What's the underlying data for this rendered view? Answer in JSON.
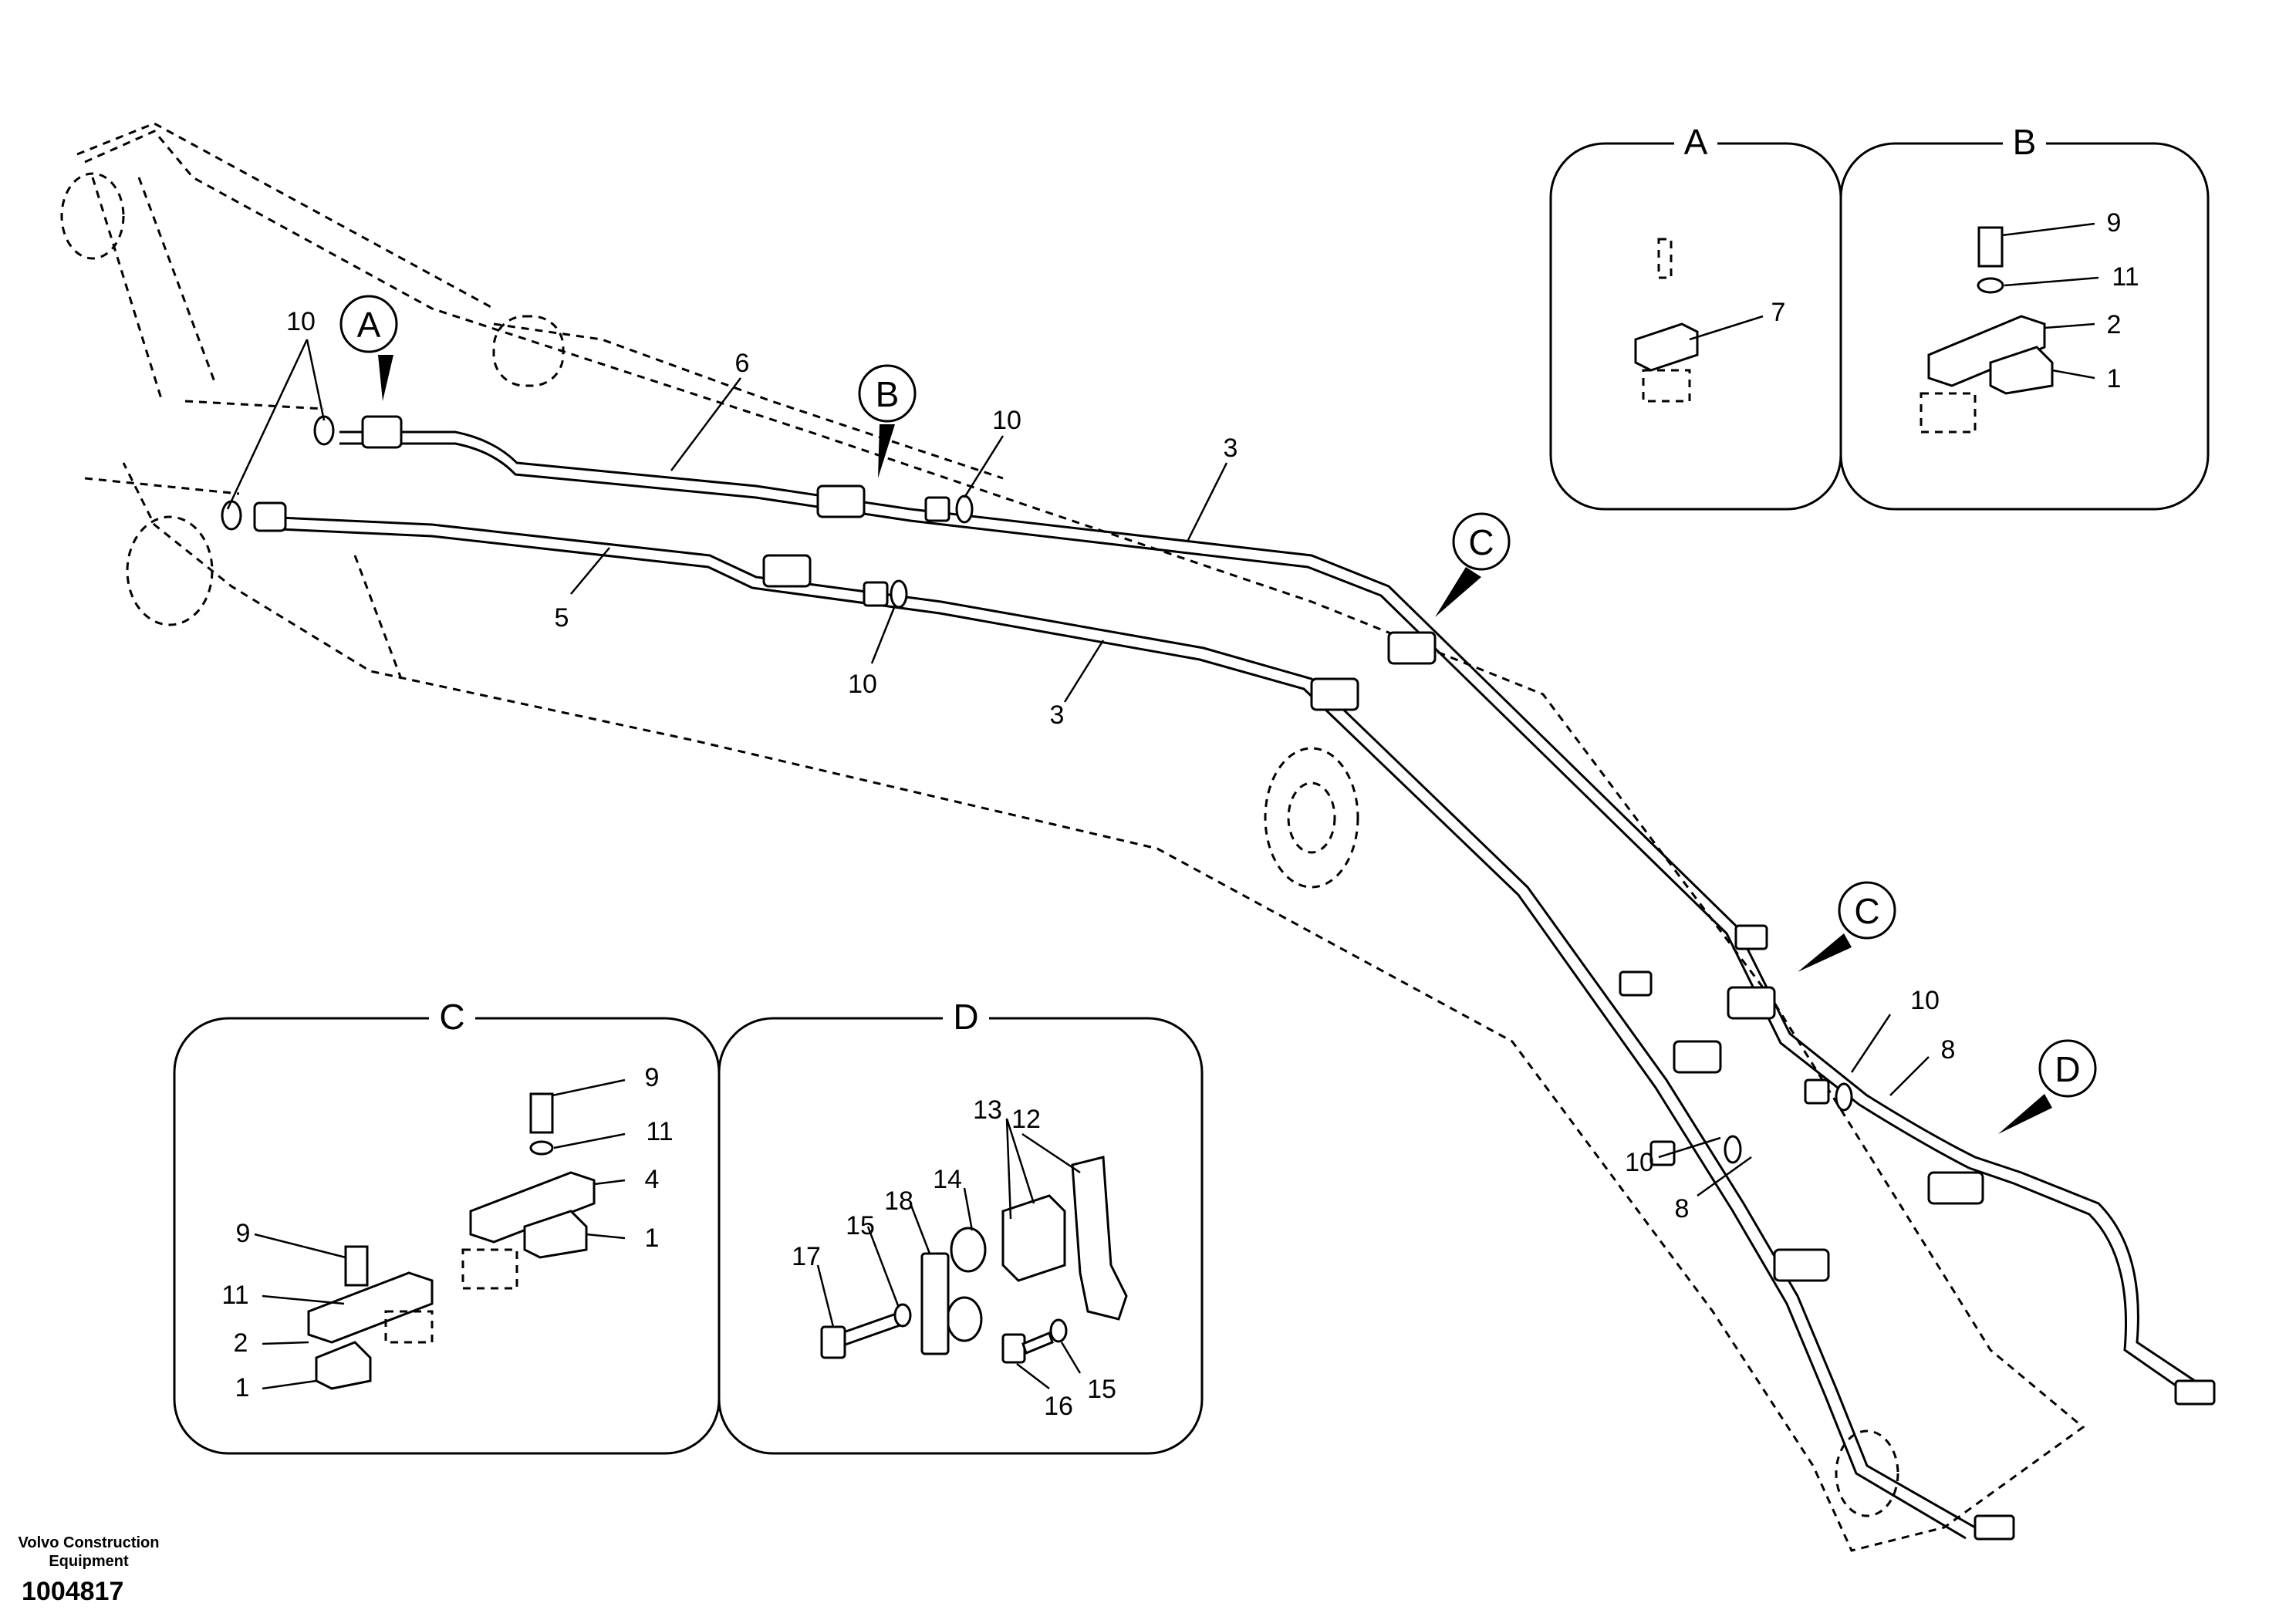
{
  "callouts": {
    "A": "A",
    "B": "B",
    "C": "C",
    "D": "D"
  },
  "panels": {
    "A": {
      "title": "A",
      "labels": [
        "7"
      ]
    },
    "B": {
      "title": "B",
      "labels": [
        "9",
        "11",
        "2",
        "1"
      ]
    },
    "C": {
      "title": "C",
      "labels": [
        "9",
        "11",
        "4",
        "1",
        "9",
        "11",
        "2",
        "1"
      ]
    },
    "D": {
      "title": "D",
      "labels": [
        "12",
        "13",
        "14",
        "18",
        "15",
        "17",
        "16",
        "15"
      ]
    }
  },
  "main_labels": {
    "l10_top": "10",
    "l6": "6",
    "l3_top": "3",
    "l10_mid": "10",
    "l5": "5",
    "l10_low": "10",
    "l3_low": "3",
    "l10_right": "10",
    "l8_right": "8",
    "l10_bottom": "10",
    "l8_bottom": "8"
  },
  "footer": {
    "company": "Volvo Construction Equipment",
    "doc_number": "1004817"
  }
}
